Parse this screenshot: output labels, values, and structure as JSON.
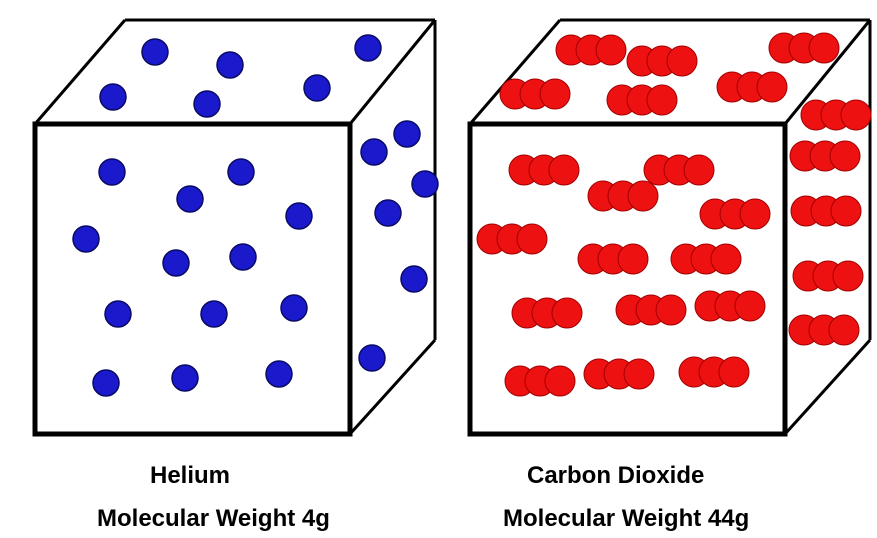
{
  "diagram": {
    "helium": {
      "name": "Helium",
      "molecular_weight_label": "Molecular Weight 4g",
      "particle_color": "#1a1acc",
      "particle_shape": "single-atom-circle"
    },
    "carbon_dioxide": {
      "name": "Carbon Dioxide",
      "molecular_weight_label": "Molecular Weight 44g",
      "particle_color": "#ee1111",
      "particle_shape": "three-atom-linear-molecule"
    }
  }
}
